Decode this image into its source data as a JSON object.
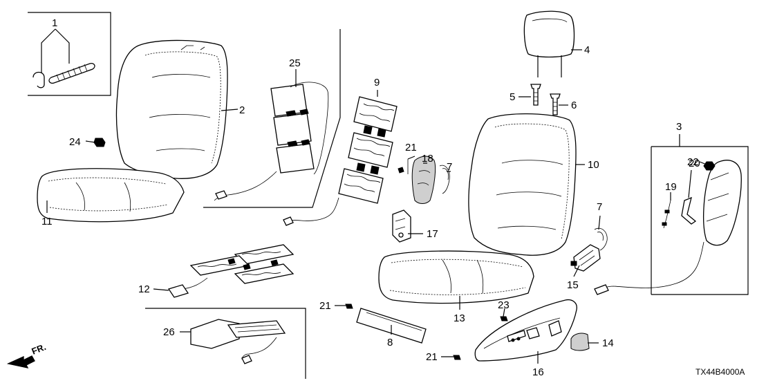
{
  "diagram": {
    "code": "TX44B4000A",
    "front_label": "FR.",
    "callouts": [
      "1",
      "2",
      "3",
      "4",
      "5",
      "6",
      "7",
      "7",
      "8",
      "9",
      "10",
      "11",
      "12",
      "13",
      "14",
      "15",
      "16",
      "17",
      "18",
      "19",
      "20",
      "21",
      "21",
      "21",
      "22",
      "23",
      "24",
      "25",
      "26"
    ]
  }
}
